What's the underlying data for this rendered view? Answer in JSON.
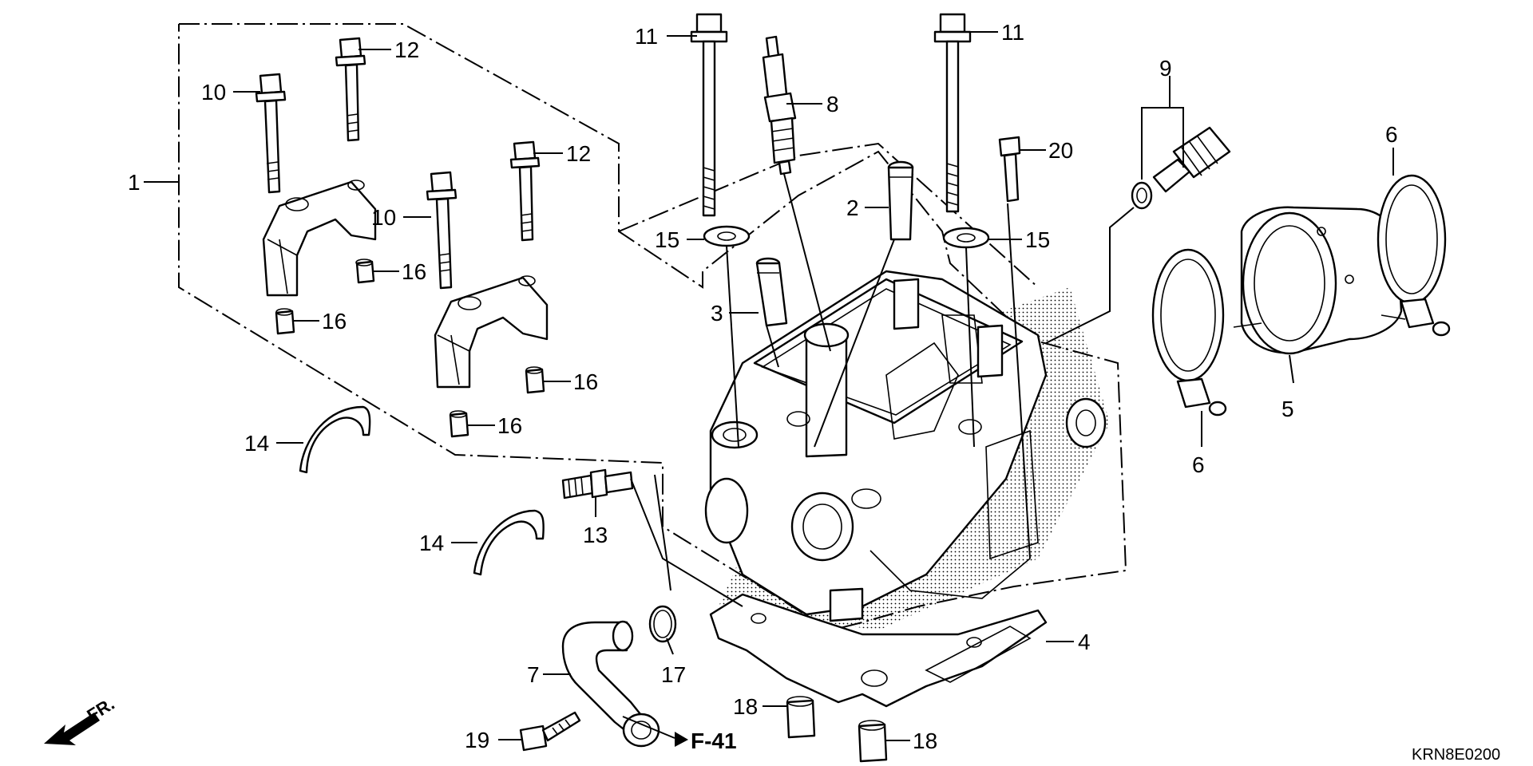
{
  "diagram": {
    "code": "KRN8E0200",
    "reference": "F-41",
    "front_marker": "FR.",
    "callouts": [
      "1",
      "2",
      "3",
      "4",
      "5",
      "6",
      "6",
      "7",
      "8",
      "9",
      "10",
      "10",
      "11",
      "11",
      "12",
      "12",
      "13",
      "14",
      "14",
      "15",
      "15",
      "16",
      "16",
      "16",
      "16",
      "17",
      "18",
      "18",
      "19",
      "20"
    ]
  }
}
